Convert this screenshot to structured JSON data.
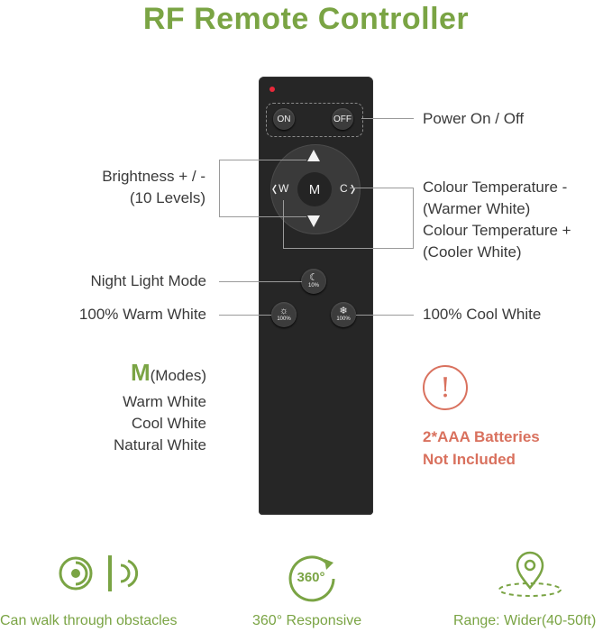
{
  "title": "RF Remote Controller",
  "remote": {
    "on": "ON",
    "off": "OFF",
    "m": "M",
    "w": "W",
    "c": "C",
    "night_pct": "10%",
    "warm_pct": "100%",
    "cool_pct": "100%"
  },
  "labels": {
    "power": "Power On / Off",
    "brightness_1": "Brightness + / -",
    "brightness_2": "(10 Levels)",
    "temp_1": "Colour Temperature -",
    "temp_2": "(Warmer White)",
    "temp_3": "Colour Temperature +",
    "temp_4": "(Cooler White)",
    "night": "Night Light Mode",
    "warm": "100% Warm White",
    "cool": "100% Cool White"
  },
  "modes": {
    "letter": "M",
    "heading": "(Modes)",
    "items": [
      "Warm White",
      "Cool White",
      "Natural White"
    ]
  },
  "warning": {
    "line1": "2*AAA Batteries",
    "line2": "Not Included"
  },
  "features": [
    {
      "icon": "signal-through-obstacle-icon",
      "label": "Can walk through obstacles"
    },
    {
      "icon": "360-degree-icon",
      "label": "360° Responsive",
      "icon_text": "360°"
    },
    {
      "icon": "map-pin-range-icon",
      "label": "Range: Wider(40-50ft)"
    }
  ],
  "colors": {
    "accent": "#7aa444",
    "warning": "#d9715e",
    "remote": "#262626"
  }
}
